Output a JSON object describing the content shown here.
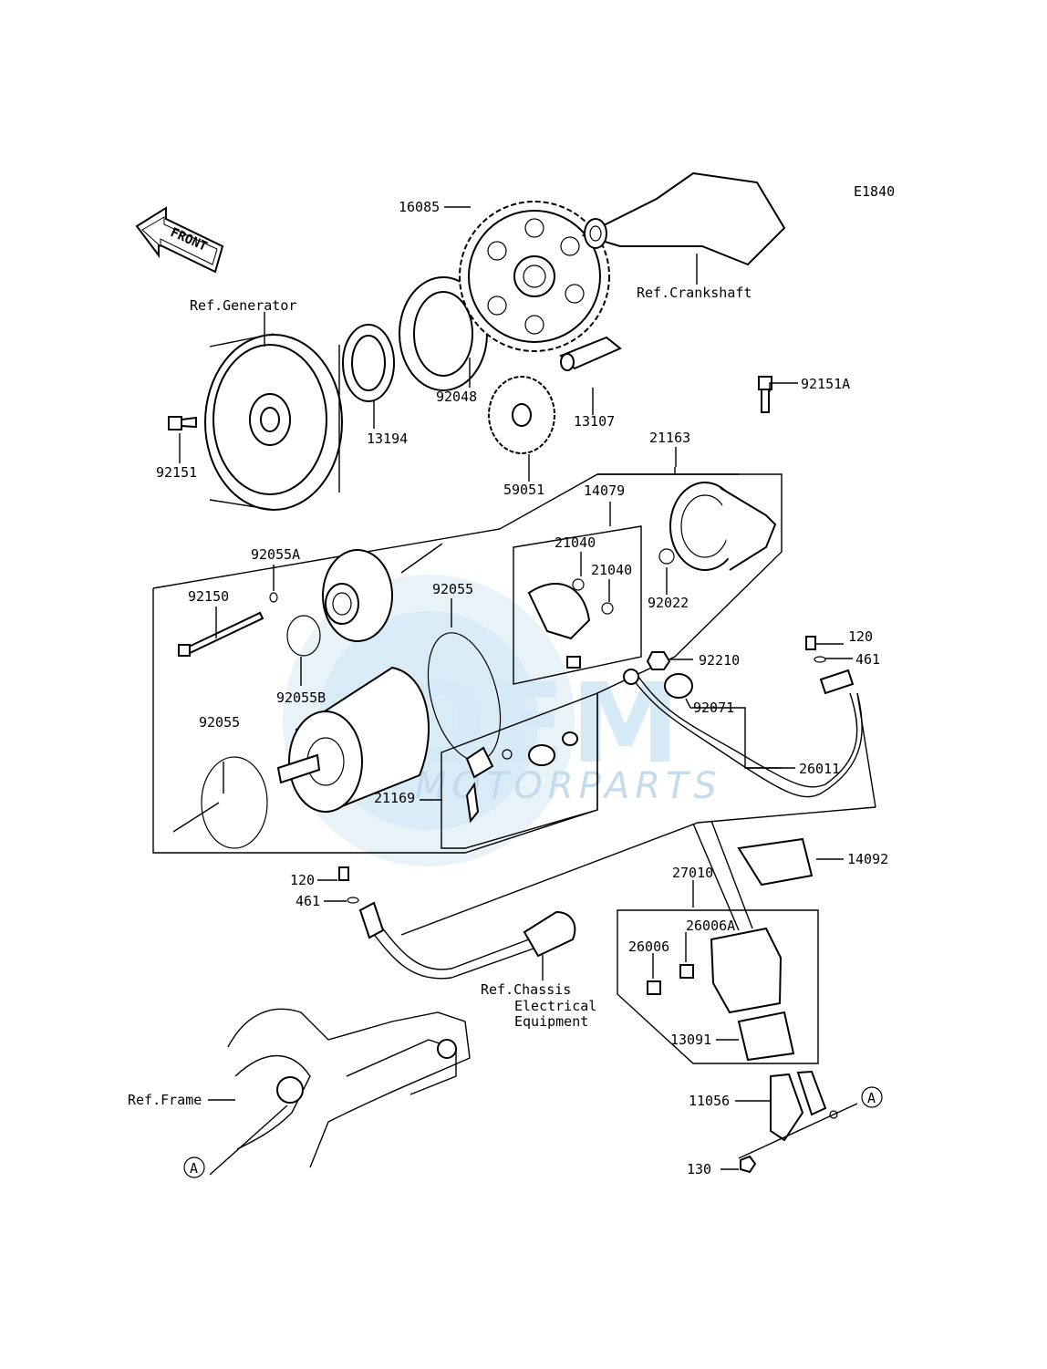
{
  "diagram_code": "E1840",
  "front_arrow_label": "FRONT",
  "watermark": {
    "main": "OEM",
    "sub": "MOTORPARTS"
  },
  "refs": {
    "generator": "Ref.Generator",
    "crankshaft": "Ref.Crankshaft",
    "chassis_line1": "Ref.Chassis",
    "chassis_line2": "Electrical",
    "chassis_line3": "Equipment",
    "frame": "Ref.Frame"
  },
  "connector_marker_A": "A",
  "parts": {
    "p16085": "16085",
    "p92048": "92048",
    "p13194": "13194",
    "p13107": "13107",
    "p59051": "59051",
    "p92151": "92151",
    "p92151A": "92151A",
    "p21163": "21163",
    "p14079": "14079",
    "p21040a": "21040",
    "p21040b": "21040",
    "p92022": "92022",
    "p92055A": "92055A",
    "p92150": "92150",
    "p92055a": "92055",
    "p92055B": "92055B",
    "p92055b": "92055",
    "p21169": "21169",
    "p92210": "92210",
    "p120a": "120",
    "p461a": "461",
    "p92071": "92071",
    "p26011": "26011",
    "p120b": "120",
    "p461b": "461",
    "p27010": "27010",
    "p14092": "14092",
    "p26006A": "26006A",
    "p26006": "26006",
    "p13091": "13091",
    "p11056": "11056",
    "p130": "130"
  }
}
